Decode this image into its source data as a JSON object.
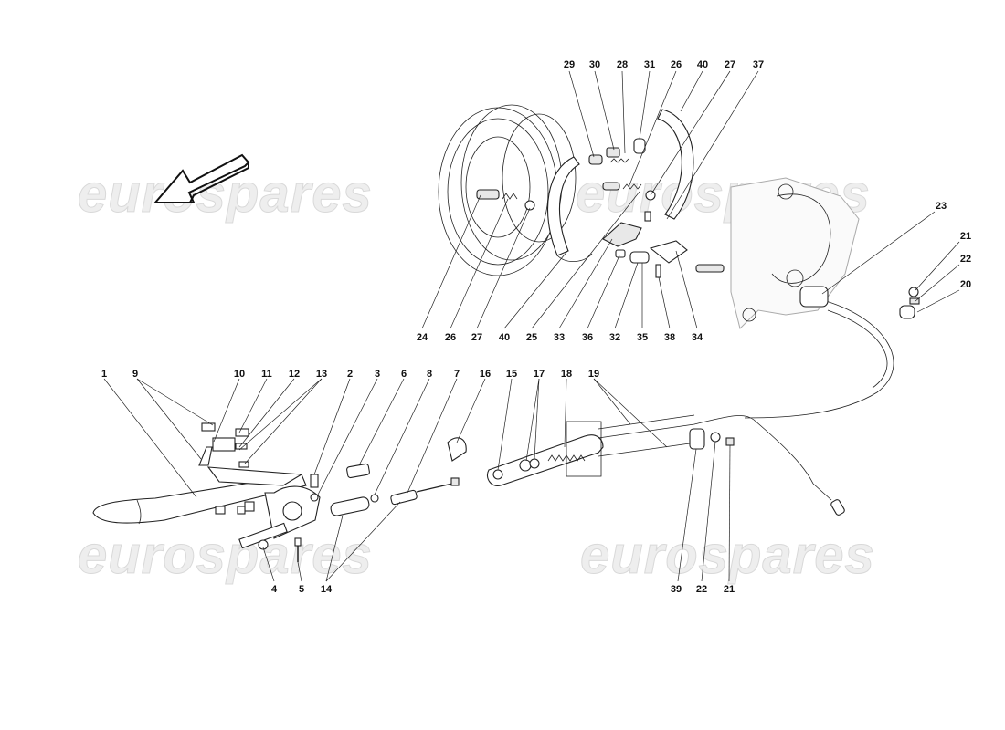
{
  "watermark": "eurospares",
  "callouts": {
    "p1": "1",
    "p2": "2",
    "p3": "3",
    "p4": "4",
    "p5": "5",
    "p6": "6",
    "p7": "7",
    "p8": "8",
    "p9": "9",
    "p10": "10",
    "p11": "11",
    "p12": "12",
    "p13": "13",
    "p14": "14",
    "p15": "15",
    "p16": "16",
    "p17": "17",
    "p18": "18",
    "p19": "19",
    "p20": "20",
    "p21": "21",
    "p22": "22",
    "p23": "23",
    "p24": "24",
    "p25": "25",
    "p26": "26",
    "p27": "27",
    "p28": "28",
    "p29": "29",
    "p30": "30",
    "p31": "31",
    "p32": "32",
    "p33": "33",
    "p34": "34",
    "p35": "35",
    "p36": "36",
    "p37": "37",
    "p38": "38",
    "p39": "39",
    "p40": "40"
  },
  "colors": {
    "ink": "#222222",
    "watermark": "#eeeeee",
    "background": "#ffffff"
  }
}
